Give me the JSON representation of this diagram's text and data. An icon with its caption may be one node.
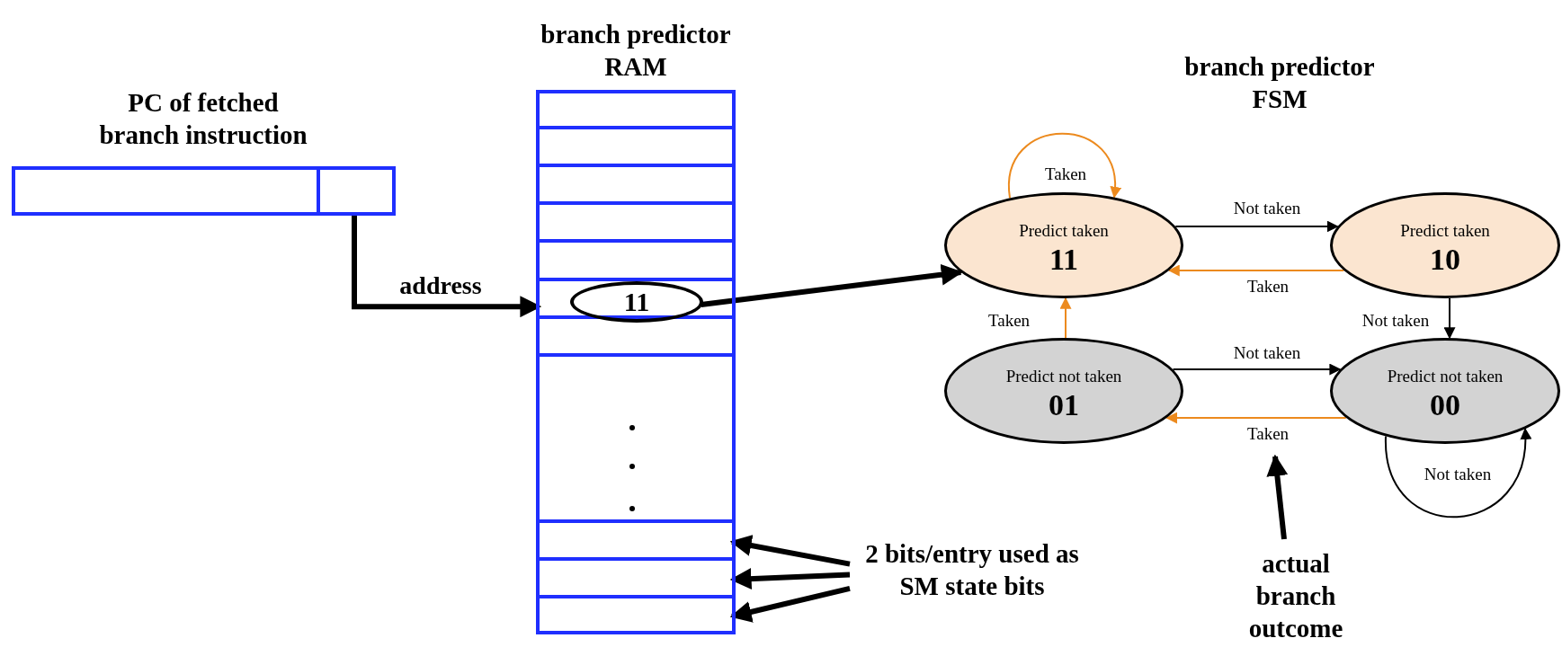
{
  "diagram": {
    "nodes": [
      {
        "text": [
          "PC of fetched branch instruction"
        ]
      },
      {
        "text": [],
        "shape": "box",
        "in": 0
      },
      {
        "text": [
          "branch predictor RAM"
        ]
      },
      {
        "text": [],
        "shape": "box",
        "in": 2
      },
      {
        "text": [],
        "shape": "box",
        "in": 2
      },
      {
        "text": [],
        "shape": "box",
        "in": 2
      },
      {
        "text": [],
        "shape": "box",
        "in": 2
      },
      {
        "text": [],
        "shape": "box",
        "in": 2
      },
      {
        "text": [
          "11"
        ],
        "in": 2
      },
      {
        "text": [],
        "shape": "box",
        "in": 2
      },
      {
        "text": [],
        "shape": "box",
        "in": 2
      },
      {
        "text": [],
        "shape": "box",
        "in": 2
      },
      {
        "text": [],
        "shape": "box",
        "in": 2
      },
      {
        "text": [],
        "shape": "box",
        "in": 2
      },
      {
        "text": [
          "Predict taken",
          "11"
        ]
      },
      {
        "text": [
          "Predict taken",
          "10"
        ]
      },
      {
        "text": [
          "Predict not taken",
          "01"
        ]
      },
      {
        "text": [
          "Predict not taken",
          "00"
        ]
      },
      {
        "text": [
          "2 bits/entry used as SM state bits"
        ]
      },
      {
        "text": [
          "actual branch outcome"
        ]
      }
    ],
    "edges": [
      {
        "from": 1,
        "to": 8,
        "arrow": "to",
        "label": "address",
        "style": "thick"
      },
      {
        "from": 8,
        "to": 14,
        "arrow": "to",
        "style": "thick"
      },
      {
        "from": 14,
        "to": 14,
        "arrow": "to",
        "label": "Taken",
        "color": "#ec8a1e"
      },
      {
        "from": 14,
        "to": 15,
        "arrow": "to",
        "label": "Not taken"
      },
      {
        "from": 15,
        "to": 14,
        "arrow": "to",
        "label": "Taken",
        "color": "#ec8a1e"
      },
      {
        "from": 15,
        "to": 17,
        "arrow": "to",
        "label": "Not taken"
      },
      {
        "from": 16,
        "to": 14,
        "arrow": "to",
        "label": "Taken",
        "color": "#ec8a1e"
      },
      {
        "from": 16,
        "to": 17,
        "arrow": "to",
        "label": "Not taken"
      },
      {
        "from": 17,
        "to": 16,
        "arrow": "to",
        "label": "Taken",
        "color": "#ec8a1e"
      },
      {
        "from": 17,
        "to": 17,
        "arrow": "to",
        "label": "Not taken"
      },
      {
        "from": 18,
        "to": 11,
        "arrow": "to",
        "style": "thick"
      },
      {
        "from": 18,
        "to": 12,
        "arrow": "to",
        "style": "thick"
      },
      {
        "from": 18,
        "to": 13,
        "arrow": "to",
        "style": "thick"
      },
      {
        "from": 19,
        "to": null,
        "arrow": "to",
        "style": "thick"
      }
    ],
    "labels": [
      "branch predictor FSM"
    ]
  }
}
